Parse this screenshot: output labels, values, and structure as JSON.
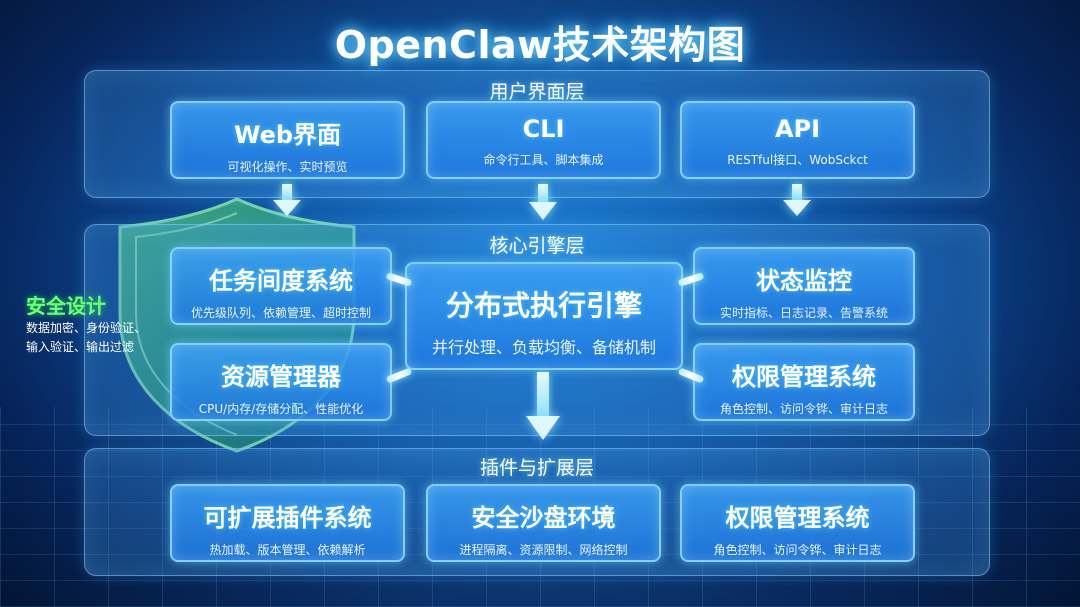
{
  "title": "OpenClaw技术架构图",
  "layers": {
    "ui": {
      "label": "用户界面层",
      "boxes": [
        {
          "title": "Web界面",
          "sub": "可视化操作、实时预览"
        },
        {
          "title": "CLI",
          "sub": "命令行工具、脚本集成"
        },
        {
          "title": "API",
          "sub": "RESTful接口、WobSckct"
        }
      ]
    },
    "core": {
      "label": "核心引擎层",
      "center": {
        "title": "分布式执行引擎",
        "sub": "并行处理、负载均衡、备储机制"
      },
      "left": [
        {
          "title": "任务间度系统",
          "sub": "优先级队列、依赖管理、超时控制"
        },
        {
          "title": "资源管理器",
          "sub": "CPU/内存/存储分配、性能优化"
        }
      ],
      "right": [
        {
          "title": "状态监控",
          "sub": "实时指标、日志记录、告警系统"
        },
        {
          "title": "权限管理系统",
          "sub": "角色控制、访问令铧、审计日志"
        }
      ]
    },
    "plugin": {
      "label": "插件与扩展层",
      "boxes": [
        {
          "title": "可扩展插件系统",
          "sub": "热加载、版本管理、依赖解析"
        },
        {
          "title": "安全沙盘环境",
          "sub": "进程隔离、资源限制、网络控制"
        },
        {
          "title": "权限管理系统",
          "sub": "角色控制、访问令铧、审计日志"
        }
      ]
    }
  },
  "security": {
    "title": "安全设计",
    "desc_line1": "数据加密、身份验证、",
    "desc_line2": "输入验证、输出过滤",
    "icon": "shield-icon"
  },
  "colors": {
    "accent": "#6fd8ff",
    "security": "#6dff7a",
    "background": "#0d4f9e"
  }
}
